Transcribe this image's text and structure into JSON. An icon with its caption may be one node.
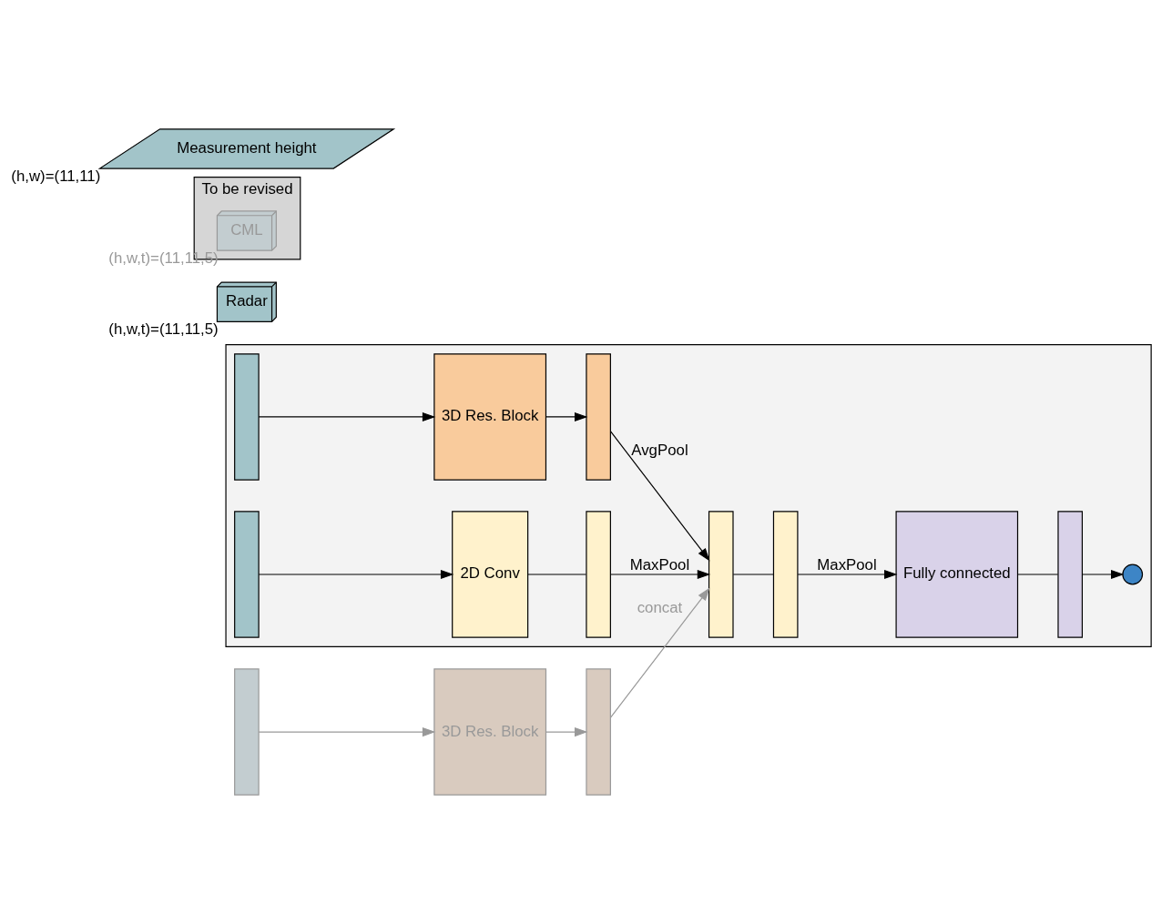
{
  "diagram": {
    "nodes": [
      {
        "text": [],
        "shape": "box"
      },
      {
        "text": [
          "Radar"
        ],
        "beside": [
          "(h,w,t)=(11,11,5)"
        ]
      },
      {
        "text": [],
        "shape": "bar",
        "in": 0
      },
      {
        "text": [
          "3D Res. Block"
        ],
        "in": 0
      },
      {
        "text": [],
        "shape": "bar",
        "in": 0
      },
      {
        "text": [
          "To be revised"
        ]
      },
      {
        "text": [
          "CML"
        ],
        "beside": [
          "(h,w,t)=(11,11,5)"
        ],
        "in": 5
      },
      {
        "text": [],
        "shape": "bar"
      },
      {
        "text": [
          "3D Res. Block"
        ]
      },
      {
        "text": [],
        "shape": "bar"
      },
      {
        "text": [
          "Measurement height"
        ],
        "beside": [
          "(h,w)=(11,11)"
        ]
      },
      {
        "text": [],
        "shape": "bar",
        "in": 0
      },
      {
        "text": [
          "2D Conv"
        ],
        "in": 0
      },
      {
        "text": [],
        "shape": "bar",
        "in": 0
      },
      {
        "text": [],
        "shape": "bar",
        "in": 0
      },
      {
        "text": [],
        "shape": "bar",
        "in": 0
      },
      {
        "text": [
          "Fully connected"
        ],
        "in": 0
      },
      {
        "text": [],
        "shape": "bar",
        "in": 0
      },
      {
        "text": [],
        "shape": "circle",
        "in": 0
      }
    ],
    "edges": [
      {
        "from": 2,
        "to": 3,
        "arrow": "to"
      },
      {
        "from": 3,
        "to": 4,
        "arrow": "to"
      },
      {
        "from": 4,
        "to": 14,
        "arrow": "to",
        "label": "AvgPool"
      },
      {
        "from": 7,
        "to": 8,
        "arrow": "to",
        "color": "#999999"
      },
      {
        "from": 8,
        "to": 9,
        "arrow": "to",
        "color": "#999999"
      },
      {
        "from": 9,
        "to": 14,
        "arrow": "to",
        "label": "concat",
        "color": "#999999"
      },
      {
        "from": 11,
        "to": 12,
        "arrow": "to"
      },
      {
        "from": 12,
        "to": 13,
        "arrow": "none"
      },
      {
        "from": 13,
        "to": 14,
        "arrow": "to",
        "label": "MaxPool"
      },
      {
        "from": 14,
        "to": 15,
        "arrow": "none"
      },
      {
        "from": 15,
        "to": 16,
        "arrow": "to",
        "label": "MaxPool"
      },
      {
        "from": 16,
        "to": 17,
        "arrow": "none"
      },
      {
        "from": 17,
        "to": 18,
        "arrow": "to"
      }
    ]
  }
}
